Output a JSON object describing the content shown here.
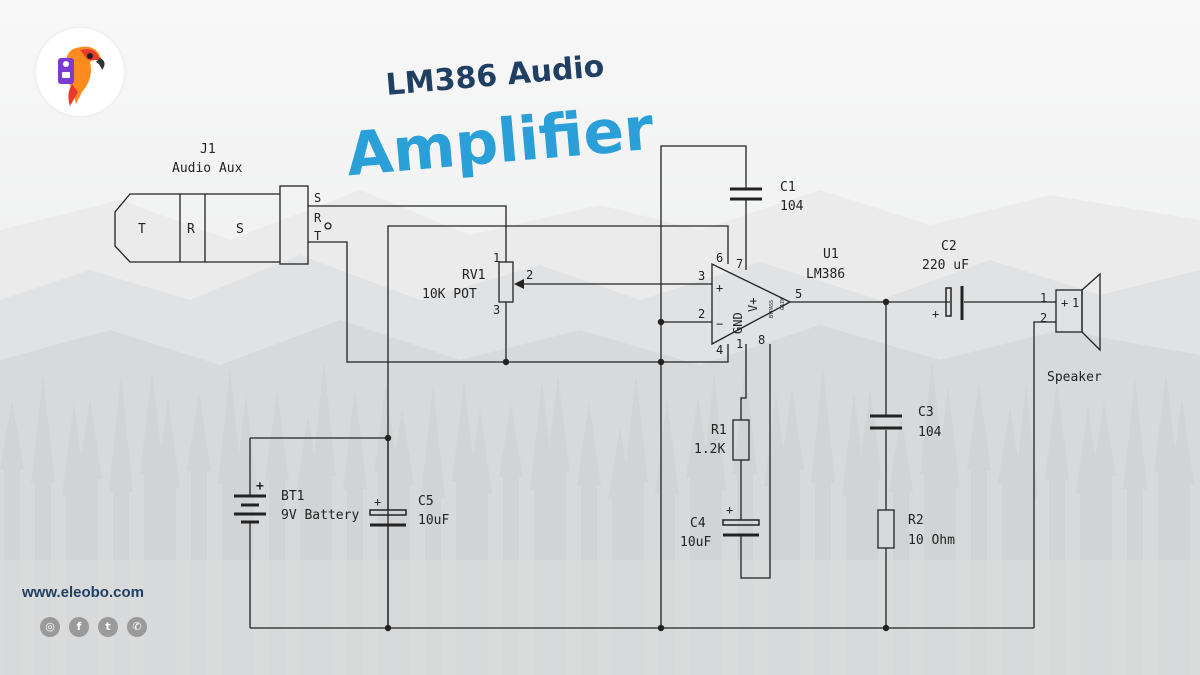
{
  "title": {
    "line1": "LM386 Audio",
    "line2": "Amplifier"
  },
  "website": "www.eleobo.com",
  "social_icons": [
    "instagram-icon",
    "facebook-icon",
    "twitter-icon",
    "whatsapp-icon"
  ],
  "colors": {
    "title_dark": "#1f3f63",
    "title_accent": "#2a9fd8",
    "wire": "#222222"
  },
  "components": {
    "j1": {
      "ref": "J1",
      "name": "Audio Aux",
      "tip": "T",
      "ring": "R",
      "sleeve": "S"
    },
    "j1_pins": {
      "s": "S",
      "r": "R",
      "t": "T"
    },
    "rv1": {
      "ref": "RV1",
      "value": "10K POT",
      "p1": "1",
      "p2": "2",
      "p3": "3"
    },
    "u1": {
      "ref": "U1",
      "value": "LM386",
      "gnd": "GND",
      "vplus": "V+",
      "plus": "+",
      "minus": "−",
      "p1": "1",
      "p2": "2",
      "p3": "3",
      "p4": "4",
      "p5": "5",
      "p6": "6",
      "p7": "7",
      "p8": "8",
      "byp": "BYPASS",
      "gain": "GAIN"
    },
    "c1": {
      "ref": "C1",
      "value": "104"
    },
    "c2": {
      "ref": "C2",
      "value": "220 uF",
      "plus": "+"
    },
    "c3": {
      "ref": "C3",
      "value": "104"
    },
    "c4": {
      "ref": "C4",
      "value": "10uF",
      "plus": "+"
    },
    "c5": {
      "ref": "C5",
      "value": "10uF",
      "plus": "+"
    },
    "r1": {
      "ref": "R1",
      "value": "1.2K"
    },
    "r2": {
      "ref": "R2",
      "value": "10 Ohm"
    },
    "bt1": {
      "ref": "BT1",
      "value": "9V Battery",
      "plus": "+"
    },
    "spk": {
      "name": "Speaker",
      "p1": "1",
      "p2": "2",
      "plus": "+"
    }
  }
}
